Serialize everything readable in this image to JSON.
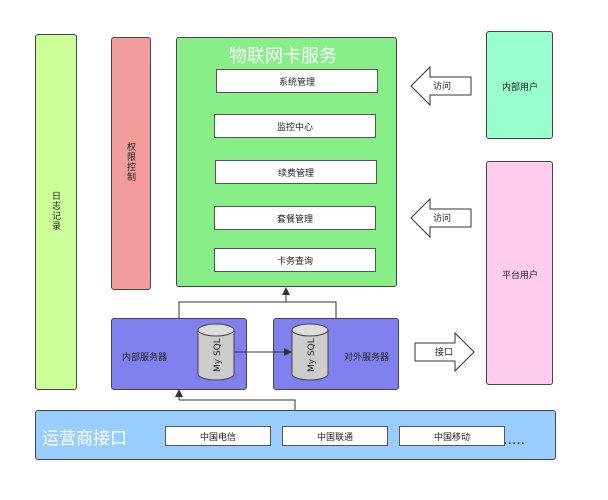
{
  "log": {
    "label": "日志记录"
  },
  "auth": {
    "label": "权限控制"
  },
  "service": {
    "title": "物联网卡服务",
    "modules": [
      "系统管理",
      "监控中心",
      "续费管理",
      "套餐管理",
      "卡务查询"
    ]
  },
  "internal_server": {
    "label": "内部服务器",
    "db": "My SQL"
  },
  "external_server": {
    "label": "对外服务器",
    "db": "My SQL"
  },
  "carrier": {
    "title": "运营商接口",
    "items": [
      "中国电信",
      "中国联通",
      "中国移动"
    ],
    "ellipsis": "……"
  },
  "internal_user": {
    "label": "内部用户"
  },
  "platform_user": {
    "label": "平台用户"
  },
  "arrows": {
    "visit1": "访问",
    "visit2": "访问",
    "interface": "接口"
  },
  "colors": {
    "log": "#ccff99",
    "auth": "#f29c9c",
    "service": "#88ee88",
    "server": "#8080ee",
    "carrier": "#99ccff",
    "internal_user": "#99ffcc",
    "platform_user": "#ffccee"
  }
}
